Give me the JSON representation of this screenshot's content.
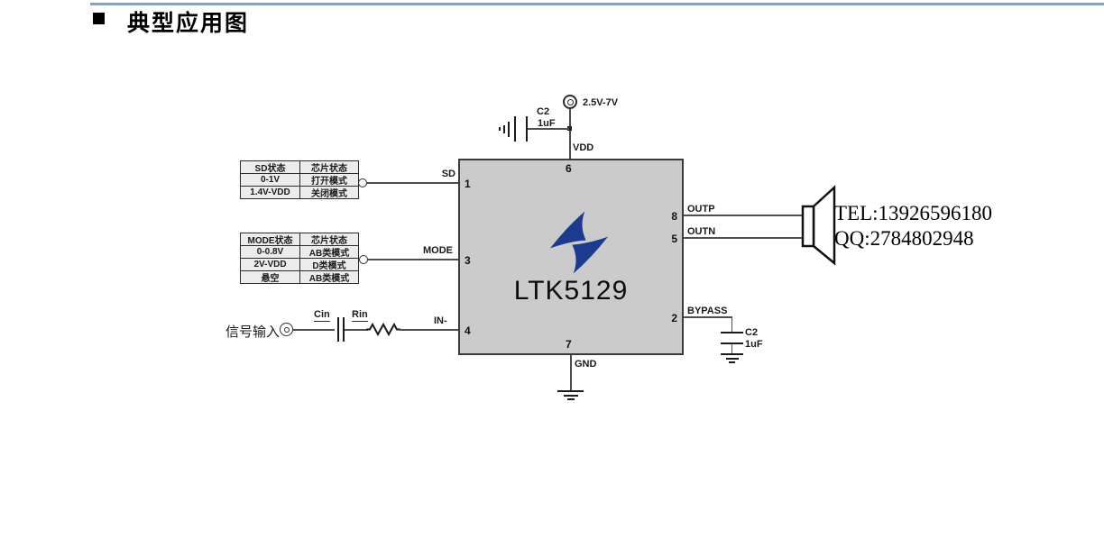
{
  "section": {
    "title": "典型应用图"
  },
  "contact": {
    "tel": "TEL:13926596180",
    "qq": "QQ:2784802948"
  },
  "schematic": {
    "chip": {
      "name": "LTK5129",
      "pin_numbers": {
        "pin1": "1",
        "pin2": "2",
        "pin3": "3",
        "pin4": "4",
        "pin5": "5",
        "pin6": "6",
        "pin7": "7",
        "pin8": "8"
      }
    },
    "net_labels": {
      "sd": "SD",
      "mode": "MODE",
      "in_minus": "IN-",
      "outp": "OUTP",
      "outn": "OUTN",
      "bypass": "BYPASS",
      "vdd": "VDD",
      "gnd": "GND"
    },
    "power": {
      "supply_range": "2.5V-7V"
    },
    "components": {
      "vdd_cap": {
        "ref": "C2",
        "value": "1uF"
      },
      "bypass_cap": {
        "ref": "C2",
        "value": "1uF"
      },
      "input_cap": {
        "ref": "Cin"
      },
      "input_res": {
        "ref": "Rin"
      }
    },
    "input_label": "信号输入",
    "sd_table": {
      "headers": [
        "SD状态",
        "芯片状态"
      ],
      "rows": [
        [
          "0-1V",
          "打开模式"
        ],
        [
          "1.4V-VDD",
          "关闭模式"
        ]
      ]
    },
    "mode_table": {
      "headers": [
        "MODE状态",
        "芯片状态"
      ],
      "rows": [
        [
          "0-0.8V",
          "AB类模式"
        ],
        [
          "2V-VDD",
          "D类模式"
        ],
        [
          "悬空",
          "AB类模式"
        ]
      ]
    }
  },
  "colors": {
    "rule_blue": "#79a5d5",
    "chip_fill": "#cacbca",
    "logo_blue": "#1c3a90"
  }
}
